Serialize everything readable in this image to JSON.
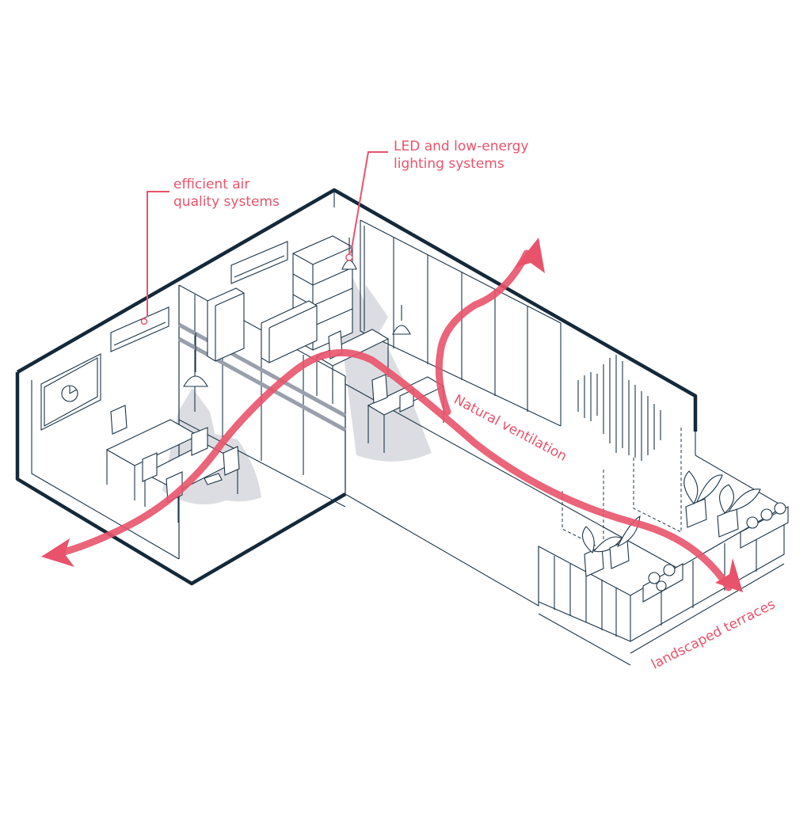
{
  "labels": {
    "air_quality_line1": "efficient air",
    "air_quality_line2": "quality systems",
    "lighting_line1": "LED and low-energy",
    "lighting_line2": "lighting systems",
    "ventilation": "Natural ventilation",
    "terraces": "landscaped terraces"
  },
  "colors": {
    "accent": "#e8536b",
    "line": "#1d3547",
    "outline": "#14293a",
    "light_beam": "#dcdde2"
  }
}
